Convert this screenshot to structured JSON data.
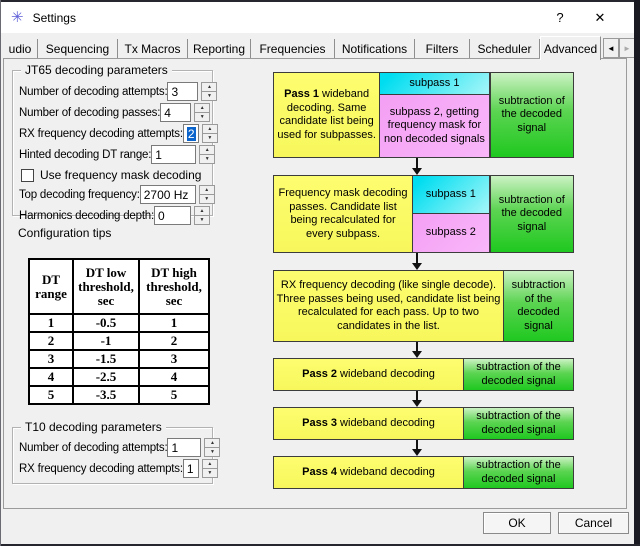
{
  "window": {
    "title": "Settings",
    "help_label": "?",
    "close_label": "✕",
    "icon": "sparkle-icon"
  },
  "tabbar": {
    "tabs": [
      {
        "label": "udio",
        "selected": false
      },
      {
        "label": "Sequencing",
        "selected": false
      },
      {
        "label": "Tx Macros",
        "selected": false
      },
      {
        "label": "Reporting",
        "selected": false
      },
      {
        "label": "Frequencies",
        "selected": false
      },
      {
        "label": "Notifications",
        "selected": false
      },
      {
        "label": "Filters",
        "selected": false
      },
      {
        "label": "Scheduler",
        "selected": false
      },
      {
        "label": "Advanced",
        "selected": true
      }
    ],
    "scroll_left": "◄",
    "scroll_right": "►"
  },
  "jt65": {
    "title": "JT65 decoding parameters",
    "rows": [
      {
        "label": "Number of decoding attempts:",
        "value": "3"
      },
      {
        "label": "Number of decoding  passes:",
        "value": "4"
      },
      {
        "label": "RX frequency decoding attempts:",
        "value": "2",
        "selected": true
      },
      {
        "label": "Hinted decoding DT range:",
        "value": "1"
      },
      {
        "label": "Top decoding frequency:",
        "value": "2700 Hz"
      },
      {
        "label": "Harmonics decoding depth:",
        "value": "0"
      }
    ],
    "checkbox": {
      "label": "Use frequency mask decoding",
      "checked": false
    }
  },
  "tips_label": "Configuration tips",
  "table": {
    "headers": [
      "DT range",
      "DT low threshold, sec",
      "DT high threshold, sec"
    ],
    "rows": [
      [
        "1",
        "-0.5",
        "1"
      ],
      [
        "2",
        "-1",
        "2"
      ],
      [
        "3",
        "-1.5",
        "3"
      ],
      [
        "4",
        "-2.5",
        "4"
      ],
      [
        "5",
        "-3.5",
        "5"
      ]
    ]
  },
  "t10": {
    "title": "T10 decoding parameters",
    "rows": [
      {
        "label": "Number of decoding attempts:",
        "value": "1"
      },
      {
        "label": "RX frequency decoding attempts:",
        "value": "1"
      }
    ]
  },
  "flowchart": {
    "b1": {
      "yellow_bold": "Pass 1",
      "yellow_rest": " wideband decoding. Same candidate list being used for subpasses.",
      "sub1": "subpass 1",
      "sub2": "subpass 2, getting frequency mask for non decoded signals",
      "green": "subtraction of the decoded signal"
    },
    "b2": {
      "yellow": "Frequency mask decoding passes. Candidate list being recalculated for every subpass.",
      "sub1": "subpass 1",
      "sub2": "subpass 2",
      "green": "subtraction of the decoded signal"
    },
    "b3": {
      "yellow": "RX frequency decoding (like single decode). Three passes being used, candidate list being recalculated for each pass. Up to two candidates in the list.",
      "green": "subtraction of the decoded signal"
    },
    "b4": {
      "yellow_bold": "Pass 2",
      "yellow_rest": " wideband decoding",
      "green": "subtraction of the decoded signal"
    },
    "b5": {
      "yellow_bold": "Pass 3",
      "yellow_rest": " wideband decoding",
      "green": "subtraction of the decoded signal"
    },
    "b6": {
      "yellow_bold": "Pass 4",
      "yellow_rest": " wideband decoding",
      "green": "subtraction of the decoded signal"
    }
  },
  "footer": {
    "ok_label": "OK",
    "cancel_label": "Cancel"
  },
  "colors": {
    "box_yellow": "#fafa66",
    "box_cyan": "#00ddf0",
    "box_pink": "#f6a6f6",
    "box_green_top": "#ccf2c4",
    "box_green_bottom": "#1fc81f",
    "selection_blue": "#0a64cc",
    "icon_purple": "#5f5fd8"
  }
}
